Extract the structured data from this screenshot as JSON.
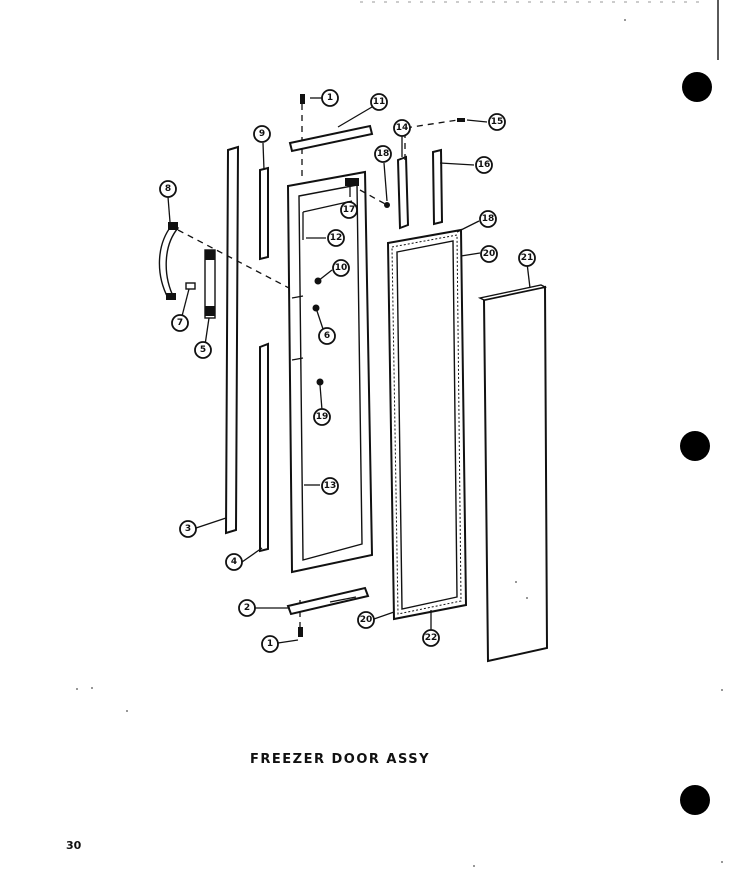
{
  "caption": "FREEZER DOOR ASSY",
  "page_number": "30",
  "callouts": [
    {
      "label": "1"
    },
    {
      "label": "11"
    },
    {
      "label": "15"
    },
    {
      "label": "14"
    },
    {
      "label": "18"
    },
    {
      "label": "16"
    },
    {
      "label": "9"
    },
    {
      "label": "17"
    },
    {
      "label": "8"
    },
    {
      "label": "12"
    },
    {
      "label": "18"
    },
    {
      "label": "20"
    },
    {
      "label": "21"
    },
    {
      "label": "10"
    },
    {
      "label": "7"
    },
    {
      "label": "6"
    },
    {
      "label": "5"
    },
    {
      "label": "19"
    },
    {
      "label": "13"
    },
    {
      "label": "3"
    },
    {
      "label": "4"
    },
    {
      "label": "2"
    },
    {
      "label": "20"
    },
    {
      "label": "22"
    },
    {
      "label": "1"
    }
  ]
}
